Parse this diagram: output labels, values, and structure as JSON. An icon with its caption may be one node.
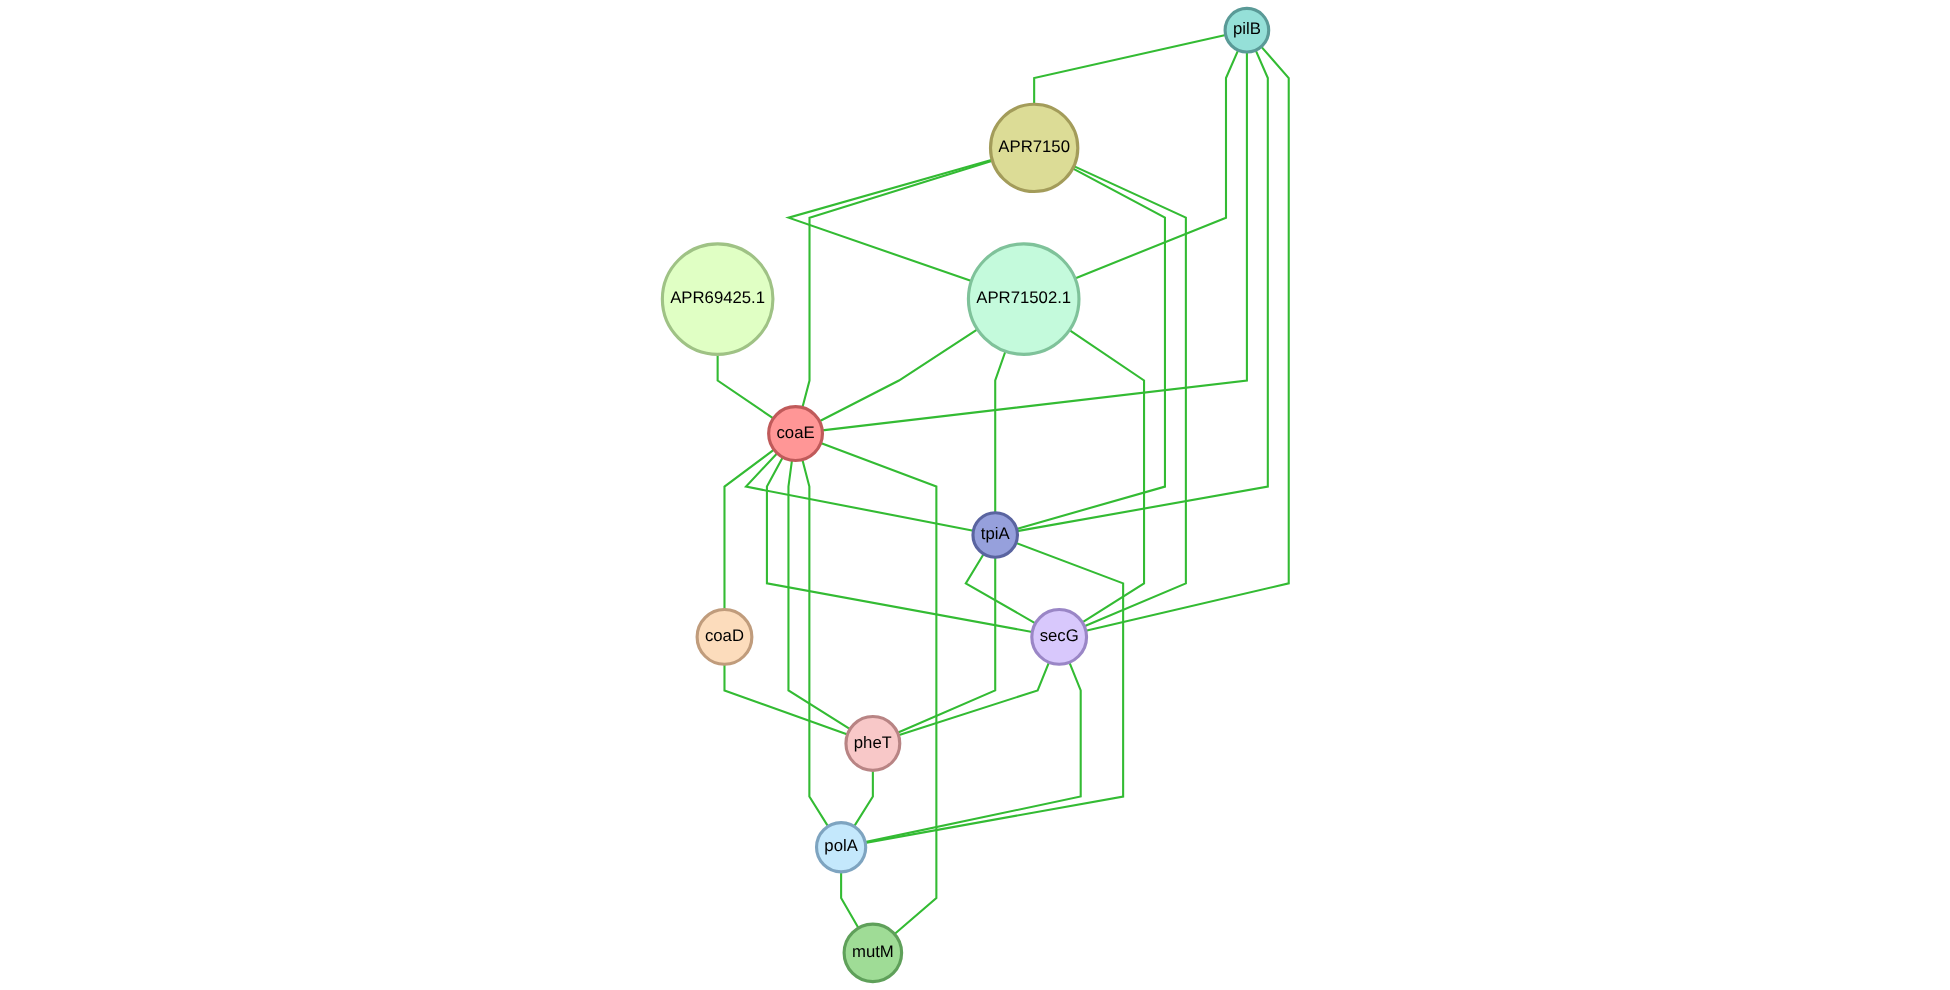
{
  "diagram": {
    "nodes": [
      {
        "text": [
          "APR69425.1"
        ]
      },
      {
        "text": [
          "pilB"
        ]
      },
      {
        "text": [
          "APR7150"
        ]
      },
      {
        "text": [
          "APR71502.1"
        ]
      },
      {
        "text": [
          "coaE"
        ]
      },
      {
        "text": [
          "coaD"
        ]
      },
      {
        "text": [
          "tpiA"
        ]
      },
      {
        "text": [
          "secG"
        ]
      },
      {
        "text": [
          "pheT"
        ]
      },
      {
        "text": [
          "polA"
        ]
      },
      {
        "text": [
          "mutM"
        ]
      }
    ],
    "edges": [
      {
        "from": 0,
        "to": 4,
        "arrow": "none"
      },
      {
        "from": 1,
        "to": 2,
        "arrow": "none"
      },
      {
        "from": 1,
        "to": 3,
        "arrow": "none"
      },
      {
        "from": 1,
        "to": 4,
        "arrow": "none"
      },
      {
        "from": 1,
        "to": 6,
        "arrow": "none"
      },
      {
        "from": 1,
        "to": 7,
        "arrow": "none"
      },
      {
        "from": 2,
        "to": 3,
        "arrow": "none"
      },
      {
        "from": 2,
        "to": 4,
        "arrow": "none"
      },
      {
        "from": 2,
        "to": 6,
        "arrow": "none"
      },
      {
        "from": 2,
        "to": 7,
        "arrow": "none"
      },
      {
        "from": 3,
        "to": 4,
        "arrow": "none"
      },
      {
        "from": 3,
        "to": 6,
        "arrow": "none"
      },
      {
        "from": 3,
        "to": 7,
        "arrow": "none"
      },
      {
        "from": 4,
        "to": 5,
        "arrow": "none"
      },
      {
        "from": 4,
        "to": 6,
        "arrow": "none"
      },
      {
        "from": 4,
        "to": 7,
        "arrow": "none"
      },
      {
        "from": 4,
        "to": 8,
        "arrow": "none"
      },
      {
        "from": 4,
        "to": 9,
        "arrow": "none"
      },
      {
        "from": 4,
        "to": 10,
        "arrow": "none"
      },
      {
        "from": 5,
        "to": 8,
        "arrow": "none"
      },
      {
        "from": 6,
        "to": 7,
        "arrow": "none"
      },
      {
        "from": 6,
        "to": 8,
        "arrow": "none"
      },
      {
        "from": 6,
        "to": 9,
        "arrow": "none"
      },
      {
        "from": 7,
        "to": 8,
        "arrow": "none"
      },
      {
        "from": 7,
        "to": 9,
        "arrow": "none"
      },
      {
        "from": 8,
        "to": 9,
        "arrow": "none"
      },
      {
        "from": 9,
        "to": 10,
        "arrow": "none"
      }
    ]
  }
}
